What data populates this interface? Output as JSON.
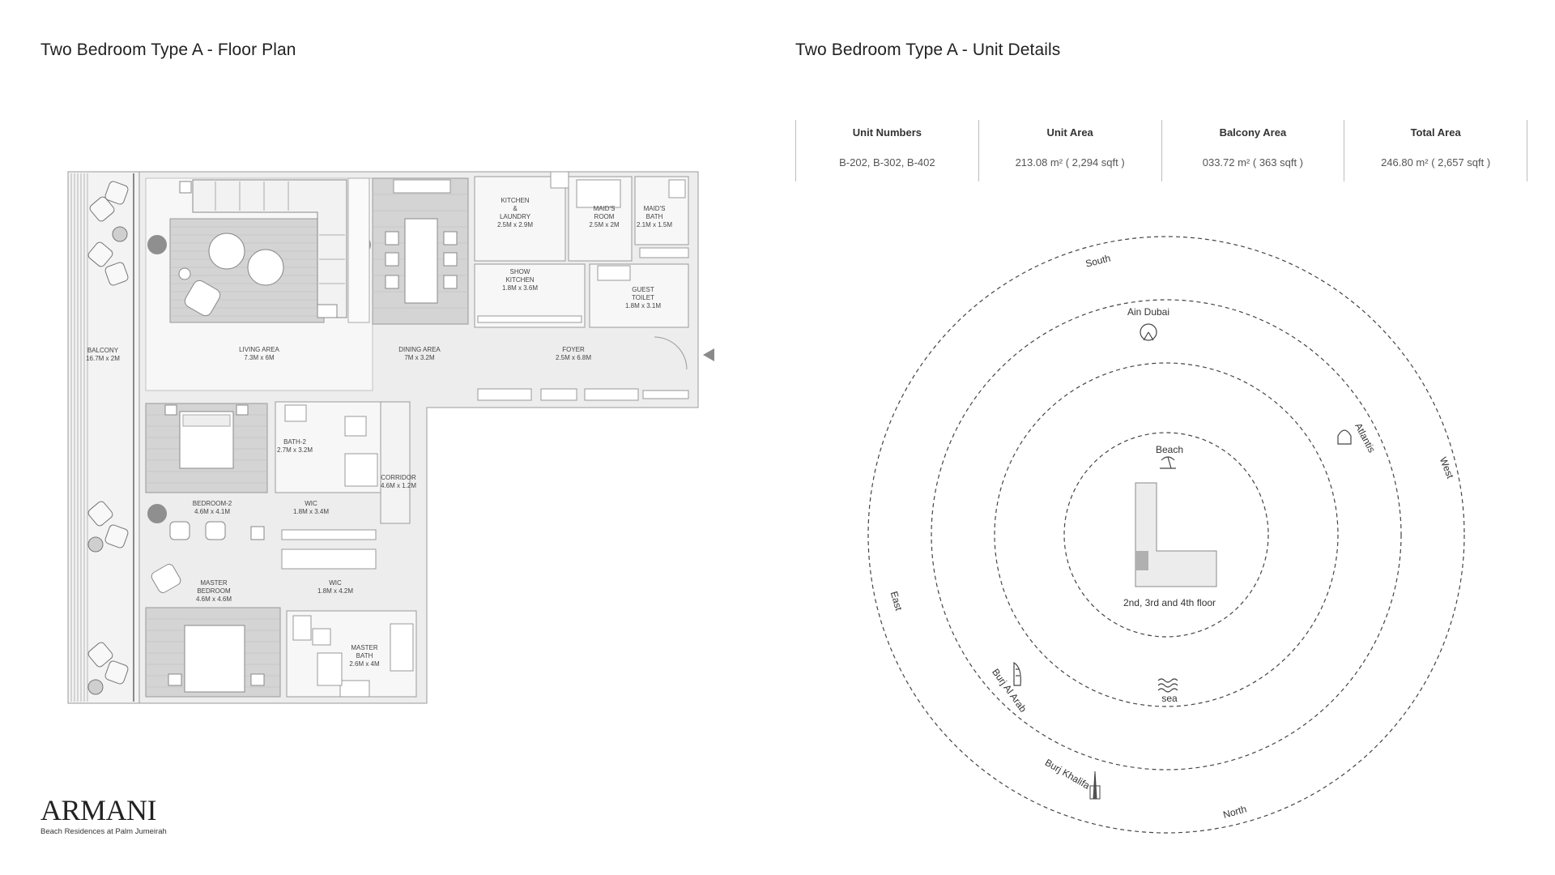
{
  "titles": {
    "floor_plan": "Two Bedroom Type A - Floor Plan",
    "unit_details": "Two Bedroom Type A - Unit Details"
  },
  "details": {
    "columns": [
      {
        "header": "Unit Numbers",
        "value": "B-202, B-302, B-402"
      },
      {
        "header": "Unit Area",
        "value": "213.08 m² ( 2,294 sqft )"
      },
      {
        "header": "Balcony Area",
        "value": "033.72 m² ( 363 sqft )"
      },
      {
        "header": "Total Area",
        "value": "246.80 m² ( 2,657 sqft )"
      }
    ]
  },
  "rooms": {
    "balcony": {
      "name": "BALCONY",
      "size": "16.7M x 2M"
    },
    "living": {
      "name": "LIVING AREA",
      "size": "7.3M x 6M"
    },
    "dining": {
      "name": "DINING AREA",
      "size": "7M x 3.2M"
    },
    "foyer": {
      "name": "FOYER",
      "size": "2.5M x 6.8M"
    },
    "kitchen": {
      "name1": "KITCHEN",
      "name2": "&",
      "name3": "LAUNDRY",
      "size": "2.5M x 2.9M"
    },
    "maids_room": {
      "name1": "MAID'S",
      "name2": "ROOM",
      "size": "2.5M x 2M"
    },
    "maids_bath": {
      "name1": "MAID'S",
      "name2": "BATH",
      "size": "2.1M x 1.5M"
    },
    "show_kitchen": {
      "name1": "SHOW",
      "name2": "KITCHEN",
      "size": "1.8M x 3.6M"
    },
    "guest_toilet": {
      "name1": "GUEST",
      "name2": "TOILET",
      "size": "1.8M x 3.1M"
    },
    "bath2": {
      "name": "BATH-2",
      "size": "2.7M x 3.2M"
    },
    "corridor": {
      "name": "CORRIDOR",
      "size": "4.6M x 1.2M"
    },
    "bedroom2": {
      "name": "BEDROOM-2",
      "size": "4.6M x 4.1M"
    },
    "wic1": {
      "name": "WIC",
      "size": "1.8M x 3.4M"
    },
    "master_bedroom": {
      "name1": "MASTER",
      "name2": "BEDROOM",
      "size": "4.6M x 4.6M"
    },
    "wic2": {
      "name": "WIC",
      "size": "1.8M x 4.2M"
    },
    "master_bath": {
      "name1": "MASTER",
      "name2": "BATH",
      "size": "2.6M x 4M"
    }
  },
  "orientation": {
    "directions": {
      "south": "South",
      "west": "West",
      "north": "North",
      "east": "East"
    },
    "landmarks": {
      "ain_dubai": "Ain Dubai",
      "atlantis": "Atlantis",
      "beach": "Beach",
      "sea": "sea",
      "burj_al_arab": "Burj Al Arab",
      "burj_khalifa": "Burj Khalifa"
    },
    "floor_note": "2nd, 3rd and 4th floor"
  },
  "logo": {
    "wordmark": "ARMANI",
    "subtitle": "Beach Residences at Palm Jumeirah"
  }
}
